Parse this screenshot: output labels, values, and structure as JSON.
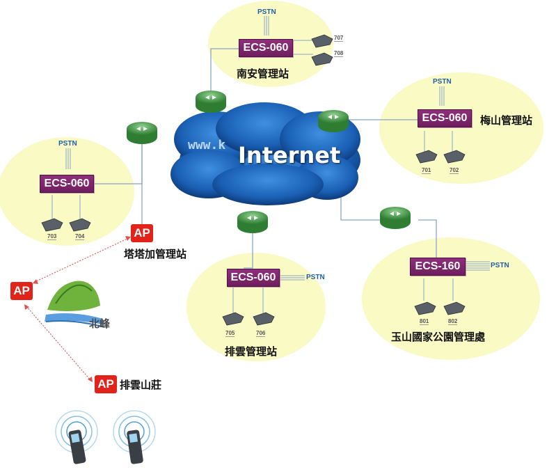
{
  "internet": {
    "label": "Internet",
    "watermark": "www.k"
  },
  "sites": {
    "nanan": {
      "name": "南安管理站",
      "device": "ECS-060",
      "pstn": "PSTN",
      "ext": [
        "707",
        "708"
      ]
    },
    "meishan": {
      "name": "梅山管理站",
      "device": "ECS-060",
      "pstn": "PSTN",
      "ext": [
        "701",
        "702"
      ]
    },
    "tataka": {
      "name": "塔塔加管理站",
      "device": "ECS-060",
      "pstn": "PSTN",
      "ext": [
        "703",
        "704"
      ]
    },
    "paiyun": {
      "name": "排雲管理站",
      "device": "ECS-060",
      "pstn": "PSTN",
      "ext": [
        "705",
        "706"
      ]
    },
    "yushan": {
      "name": "玉山國家公園管理處",
      "device": "ECS-160",
      "pstn": "PSTN",
      "ext": [
        "801",
        "802"
      ]
    }
  },
  "ap": {
    "label": "AP"
  },
  "beifeng": {
    "name": "北峰"
  },
  "paiyun_lodge": {
    "name": "排雲山莊"
  },
  "colors": {
    "zone": "#fafac4",
    "ecs": "#7c2569",
    "router": "#2e7d32",
    "cloud": "#1a5fb4",
    "ap": "#e2231a",
    "wireless_link": "#e05050",
    "wire": "#8aa4c8"
  }
}
